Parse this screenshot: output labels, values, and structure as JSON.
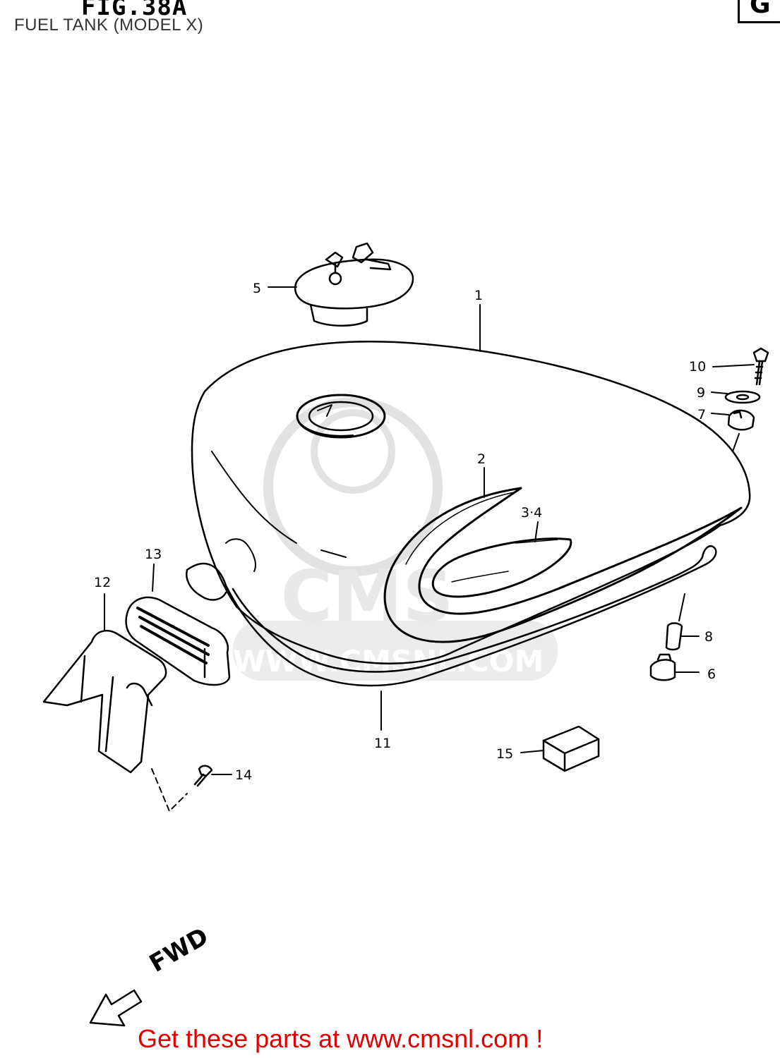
{
  "figure": {
    "title": "FIG.38A",
    "subtitle": "FUEL TANK (MODEL X)",
    "corner_label": "G"
  },
  "watermark": {
    "logo_text": "CMS",
    "url_text": "WWW.CMSNL.COM"
  },
  "callouts": [
    {
      "id": "1",
      "text": "1"
    },
    {
      "id": "2",
      "text": "2"
    },
    {
      "id": "3-4",
      "text": "3·4"
    },
    {
      "id": "5",
      "text": "5"
    },
    {
      "id": "6",
      "text": "6"
    },
    {
      "id": "7",
      "text": "7"
    },
    {
      "id": "8",
      "text": "8"
    },
    {
      "id": "9",
      "text": "9"
    },
    {
      "id": "10",
      "text": "10"
    },
    {
      "id": "11",
      "text": "11"
    },
    {
      "id": "12",
      "text": "12"
    },
    {
      "id": "13",
      "text": "13"
    },
    {
      "id": "14",
      "text": "14"
    },
    {
      "id": "15",
      "text": "15"
    }
  ],
  "direction": {
    "label": "FWD",
    "icon": "arrow-left-down-icon"
  },
  "footer": {
    "text": "Get these parts at www.cmsnl.com !",
    "color": "#e00000"
  }
}
